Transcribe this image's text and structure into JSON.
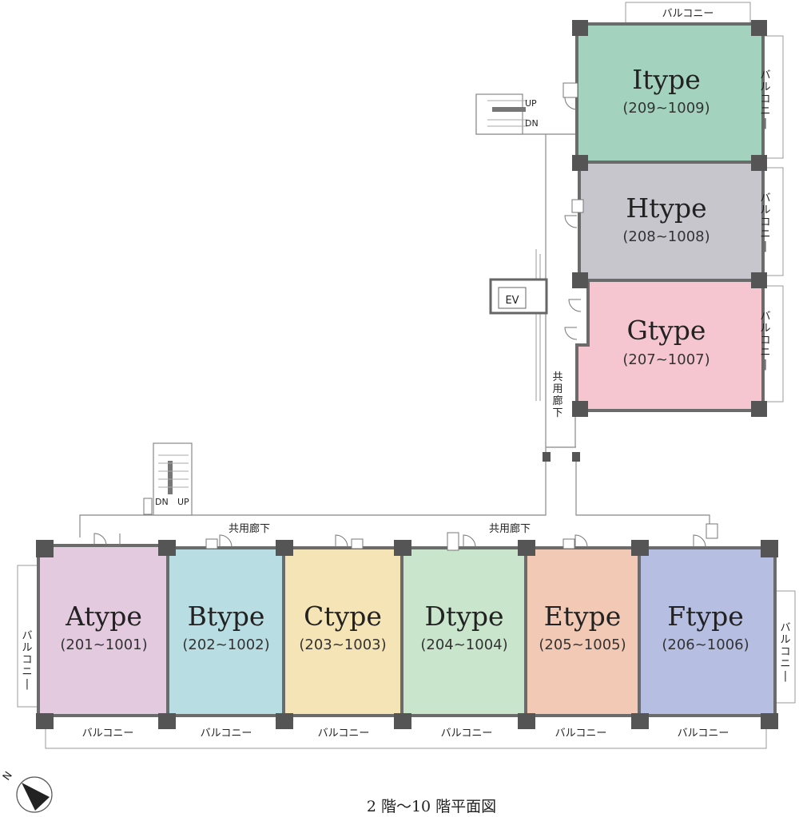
{
  "plan_title": "2 階〜10 階平面図",
  "north_mark": "N",
  "corridor_label": "共用廊下",
  "balcony_label": "バルコニー",
  "ev_label": "EV",
  "stairs": {
    "up": "UP",
    "down": "DN"
  },
  "units": [
    {
      "id": "A",
      "name": "Atype",
      "range": "(201~1001)",
      "color": "#e3cadf"
    },
    {
      "id": "B",
      "name": "Btype",
      "range": "(202~1002)",
      "color": "#b8dde2"
    },
    {
      "id": "C",
      "name": "Ctype",
      "range": "(203~1003)",
      "color": "#f5e5b6"
    },
    {
      "id": "D",
      "name": "Dtype",
      "range": "(204~1004)",
      "color": "#c9e5cc"
    },
    {
      "id": "E",
      "name": "Etype",
      "range": "(205~1005)",
      "color": "#f2c9b4"
    },
    {
      "id": "F",
      "name": "Ftype",
      "range": "(206~1006)",
      "color": "#b6bfe2"
    },
    {
      "id": "G",
      "name": "Gtype",
      "range": "(207~1007)",
      "color": "#f5c6d0"
    },
    {
      "id": "H",
      "name": "Htype",
      "range": "(208~1008)",
      "color": "#c7c6cd"
    },
    {
      "id": "I",
      "name": "Itype",
      "range": "(209~1009)",
      "color": "#a3d3bf"
    }
  ],
  "colors": {
    "wall": "#6b6b6b",
    "column": "#555555",
    "line": "#777777"
  }
}
